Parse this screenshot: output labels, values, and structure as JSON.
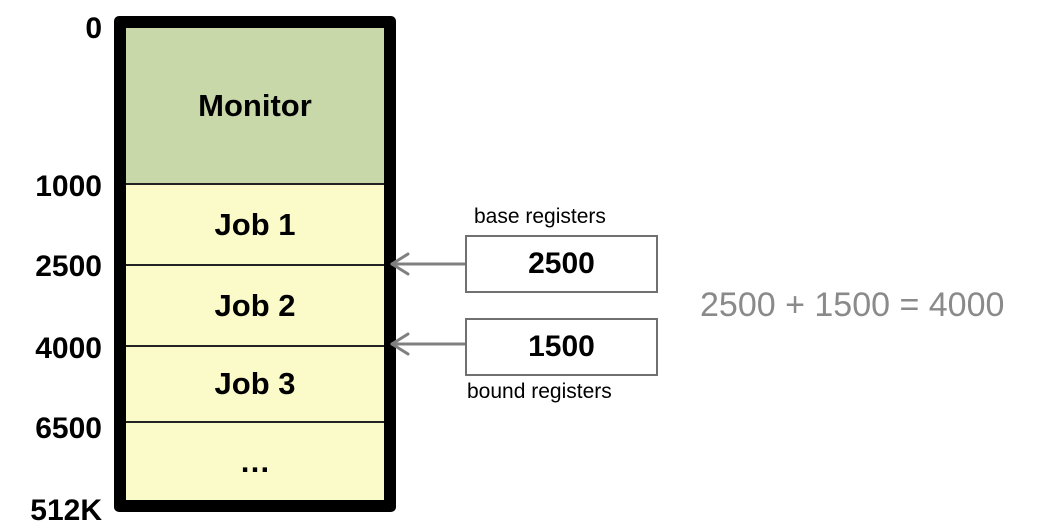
{
  "addresses": [
    "0",
    "1000",
    "2500",
    "4000",
    "6500",
    "512K"
  ],
  "memory": {
    "segments": [
      {
        "label": "Monitor",
        "kind": "monitor"
      },
      {
        "label": "Job 1",
        "kind": "job"
      },
      {
        "label": "Job 2",
        "kind": "job"
      },
      {
        "label": "Job 3",
        "kind": "job"
      },
      {
        "label": "…",
        "kind": "job"
      }
    ]
  },
  "registers": {
    "base": {
      "caption": "base registers",
      "value": "2500"
    },
    "bound": {
      "caption": "bound registers",
      "value": "1500"
    }
  },
  "equation": "2500 + 1500 = 4000",
  "colors": {
    "monitor_fill": "#c8d8a8",
    "job_fill": "#fbfbc9",
    "register_border": "#707070",
    "arrow": "#808080",
    "equation_text": "#8a8a8a"
  }
}
